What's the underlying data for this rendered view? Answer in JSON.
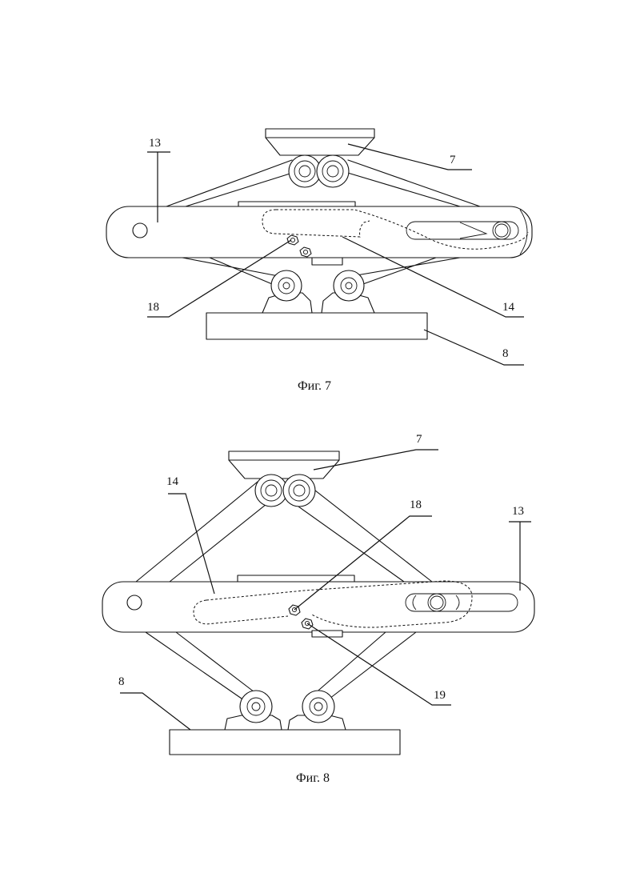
{
  "figures": [
    {
      "id": "fig7",
      "caption": "Фиг. 7",
      "labels": [
        "13",
        "7",
        "18",
        "14",
        "8"
      ]
    },
    {
      "id": "fig8",
      "caption": "Фиг. 8",
      "labels": [
        "7",
        "14",
        "18",
        "13",
        "8",
        "19"
      ]
    }
  ]
}
